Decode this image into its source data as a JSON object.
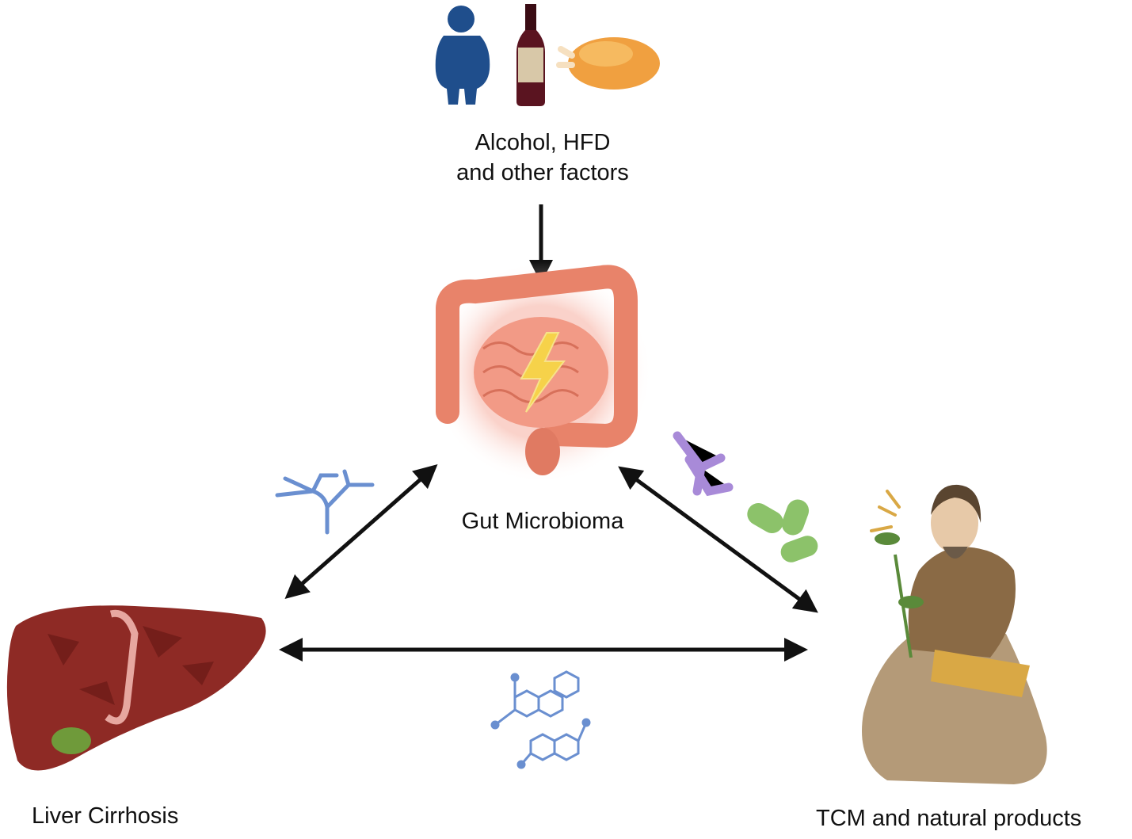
{
  "nodes": {
    "factors": {
      "line1": "Alcohol, HFD",
      "line2": "and other factors"
    },
    "gut": {
      "label": "Gut Microbioma"
    },
    "liver": {
      "label": "Liver Cirrhosis"
    },
    "tcm": {
      "label": "TCM and natural products"
    }
  },
  "icons": {
    "factors": [
      "obese-person-icon",
      "wine-bottle-icon",
      "roast-chicken-icon"
    ],
    "gut": "intestine-with-lightning-icon",
    "liver": "cirrhotic-liver-icon",
    "tcm": "herbalist-figure-icon",
    "edge_gut_liver": "blue-vessel-icon",
    "edge_gut_tcm": [
      "purple-polysaccharide-icon",
      "green-bacteria-icon"
    ],
    "edge_liver_tcm": "blue-molecule-icon"
  },
  "colors": {
    "arrow": "#111111",
    "person": "#1f4e8c",
    "wine": "#5a1420",
    "chicken": "#f0a040",
    "intestine": "#e8836a",
    "lightning": "#f6d24a",
    "liver": "#8e2a25",
    "gallbladder": "#6f9a3a",
    "vessel": "#6a8fd0",
    "polysaccharide": "#a88ad8",
    "bacteria": "#8cc26a",
    "robe": "#8a6a45"
  }
}
